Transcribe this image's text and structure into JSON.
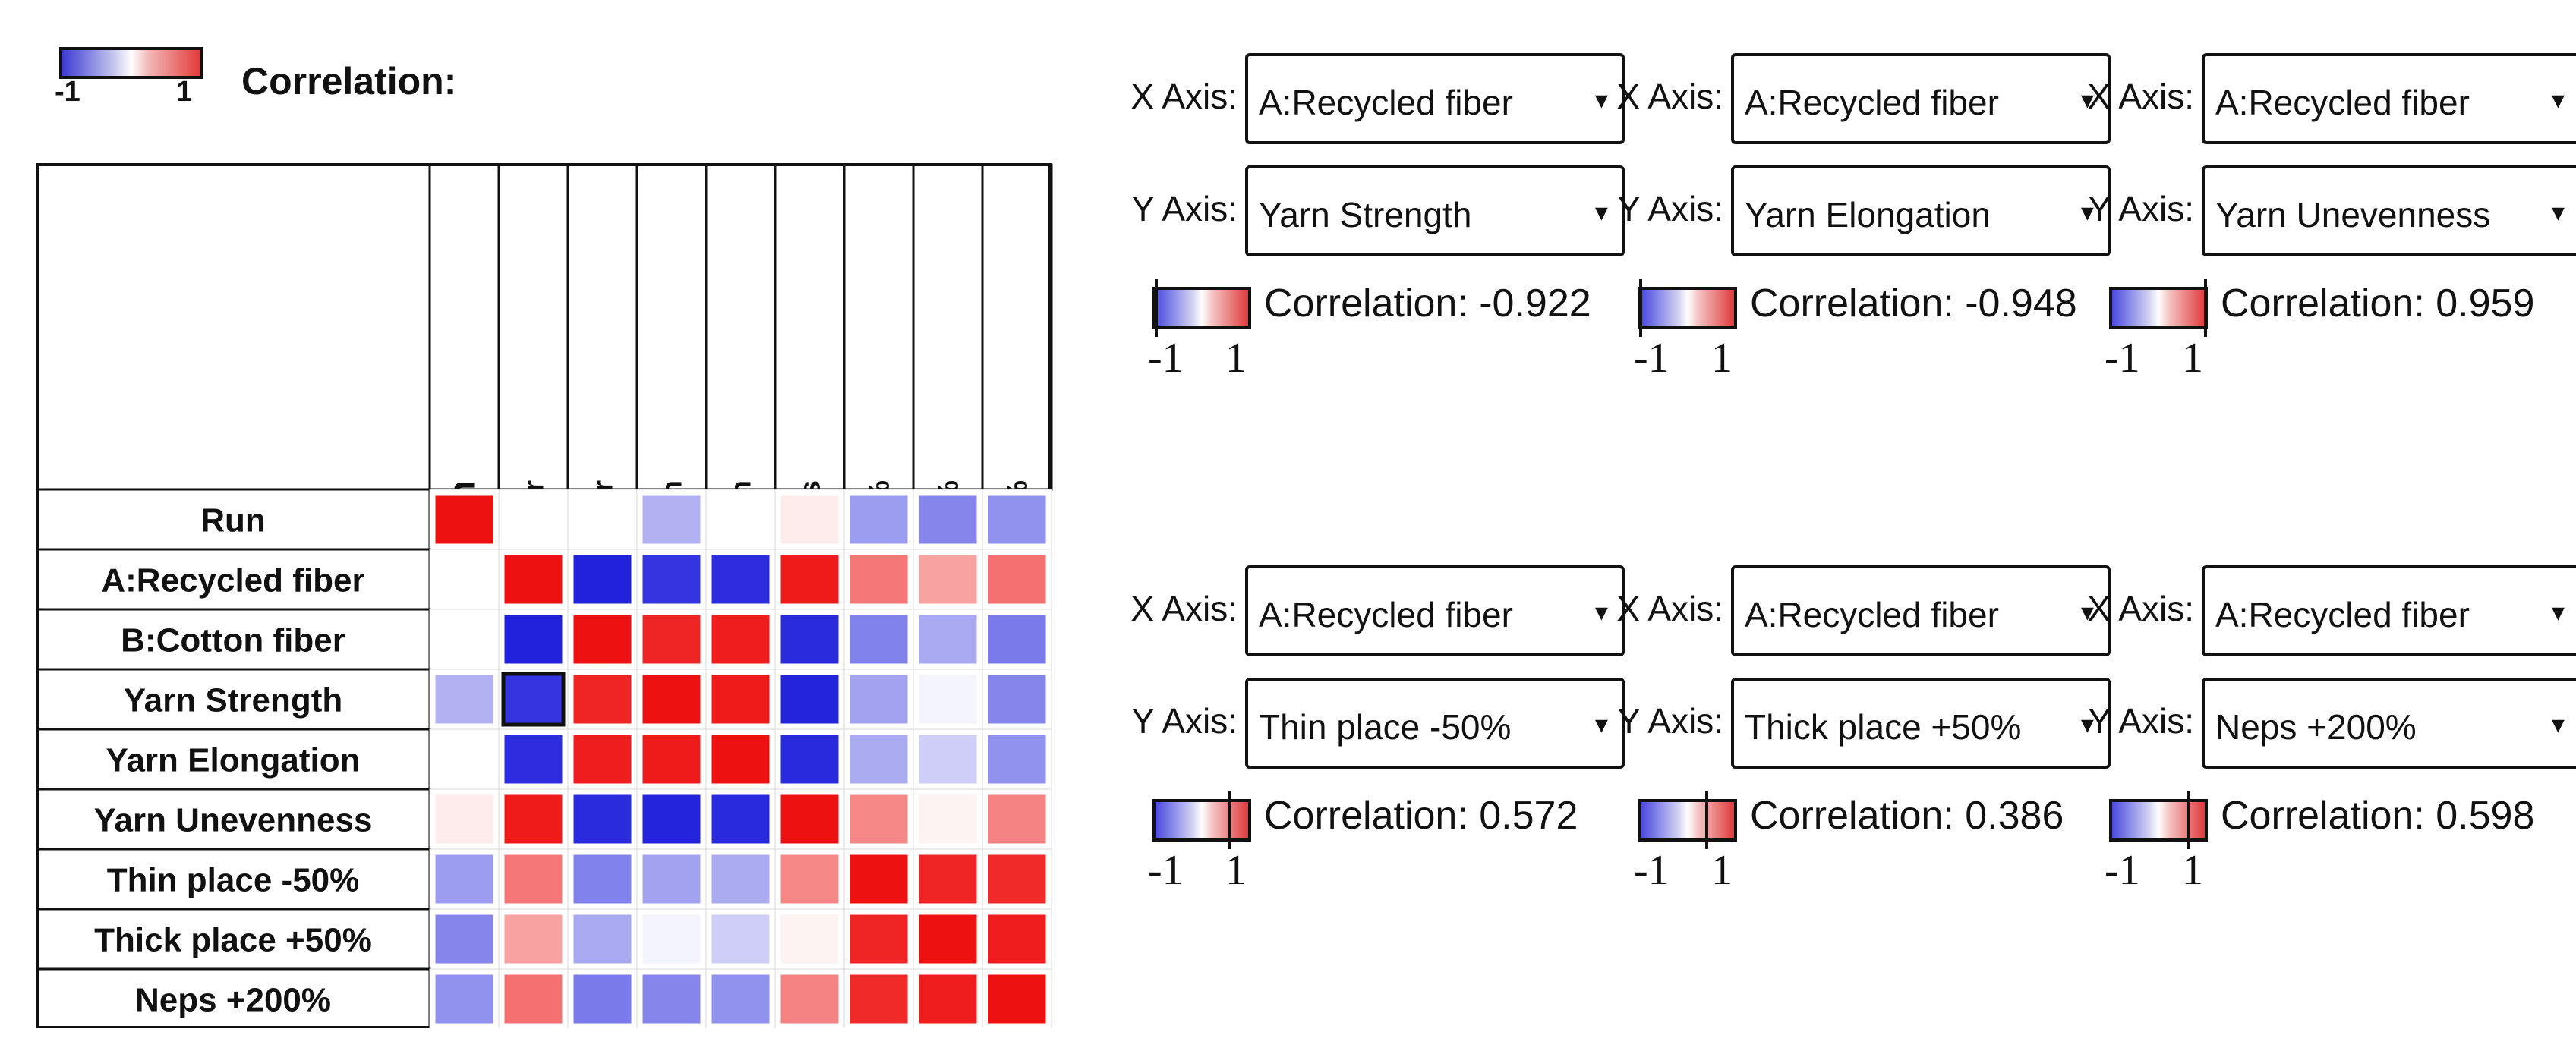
{
  "legend": {
    "title": "Correlation:",
    "min_label": "-1",
    "max_label": "1"
  },
  "chart_data": {
    "type": "heatmap",
    "title": "Correlation:",
    "xlabel": "",
    "ylabel": "",
    "color_range": [
      -1,
      1
    ],
    "colors": {
      "negative": "#2222dd",
      "zero": "#ffffff",
      "positive": "#ee1111"
    },
    "labels": [
      "Run",
      "A:Recycled fiber",
      "B:Cotton fiber",
      "Yarn Strength",
      "Yarn Elongation",
      "Yarn Unevenness",
      "Thin place -50%",
      "Thick place +50%",
      "Neps +200%"
    ],
    "matrix": [
      [
        1.0,
        0.0,
        0.0,
        -0.35,
        0.0,
        0.08,
        -0.45,
        -0.55,
        -0.5
      ],
      [
        0.0,
        1.0,
        -1.0,
        -0.92,
        -0.95,
        0.96,
        0.57,
        0.39,
        0.6
      ],
      [
        0.0,
        -1.0,
        1.0,
        0.92,
        0.95,
        -0.96,
        -0.57,
        -0.39,
        -0.6
      ],
      [
        -0.35,
        -0.92,
        0.92,
        1.0,
        0.96,
        -0.99,
        -0.42,
        -0.05,
        -0.55
      ],
      [
        0.0,
        -0.95,
        0.95,
        0.96,
        1.0,
        -0.97,
        -0.38,
        -0.22,
        -0.5
      ],
      [
        0.08,
        0.96,
        -0.96,
        -0.99,
        -0.97,
        1.0,
        0.5,
        0.05,
        0.52
      ],
      [
        -0.45,
        0.57,
        -0.57,
        -0.42,
        -0.38,
        0.5,
        1.0,
        0.92,
        0.9
      ],
      [
        -0.55,
        0.39,
        -0.39,
        -0.05,
        -0.22,
        0.05,
        0.92,
        1.0,
        0.95
      ],
      [
        -0.5,
        0.6,
        -0.6,
        -0.55,
        -0.5,
        0.52,
        0.9,
        0.95,
        1.0
      ]
    ],
    "highlighted_cell": [
      3,
      1
    ]
  },
  "panels": [
    {
      "x_label": "X Axis:",
      "x_value": "A:Recycled fiber",
      "y_label": "Y Axis:",
      "y_value": "Yarn Strength",
      "correlation_text": "Correlation: -0.922",
      "correlation": -0.922,
      "legend_min": "-1",
      "legend_max": "1"
    },
    {
      "x_label": "X Axis:",
      "x_value": "A:Recycled fiber",
      "y_label": "Y Axis:",
      "y_value": "Yarn Elongation",
      "correlation_text": "Correlation: -0.948",
      "correlation": -0.948,
      "legend_min": "-1",
      "legend_max": "1"
    },
    {
      "x_label": "X Axis:",
      "x_value": "A:Recycled fiber",
      "y_label": "Y Axis:",
      "y_value": "Yarn Unevenness",
      "correlation_text": "Correlation: 0.959",
      "correlation": 0.959,
      "legend_min": "-1",
      "legend_max": "1"
    },
    {
      "x_label": "X Axis:",
      "x_value": "A:Recycled fiber",
      "y_label": "Y Axis:",
      "y_value": "Thin place -50%",
      "correlation_text": "Correlation: 0.572",
      "correlation": 0.572,
      "legend_min": "-1",
      "legend_max": "1"
    },
    {
      "x_label": "X Axis:",
      "x_value": "A:Recycled fiber",
      "y_label": "Y Axis:",
      "y_value": "Thick place +50%",
      "correlation_text": "Correlation: 0.386",
      "correlation": 0.386,
      "legend_min": "-1",
      "legend_max": "1"
    },
    {
      "x_label": "X Axis:",
      "x_value": "A:Recycled fiber",
      "y_label": "Y Axis:",
      "y_value": "Neps +200%",
      "correlation_text": "Correlation: 0.598",
      "correlation": 0.598,
      "legend_min": "-1",
      "legend_max": "1"
    }
  ],
  "dropdown_arrow": "▾"
}
